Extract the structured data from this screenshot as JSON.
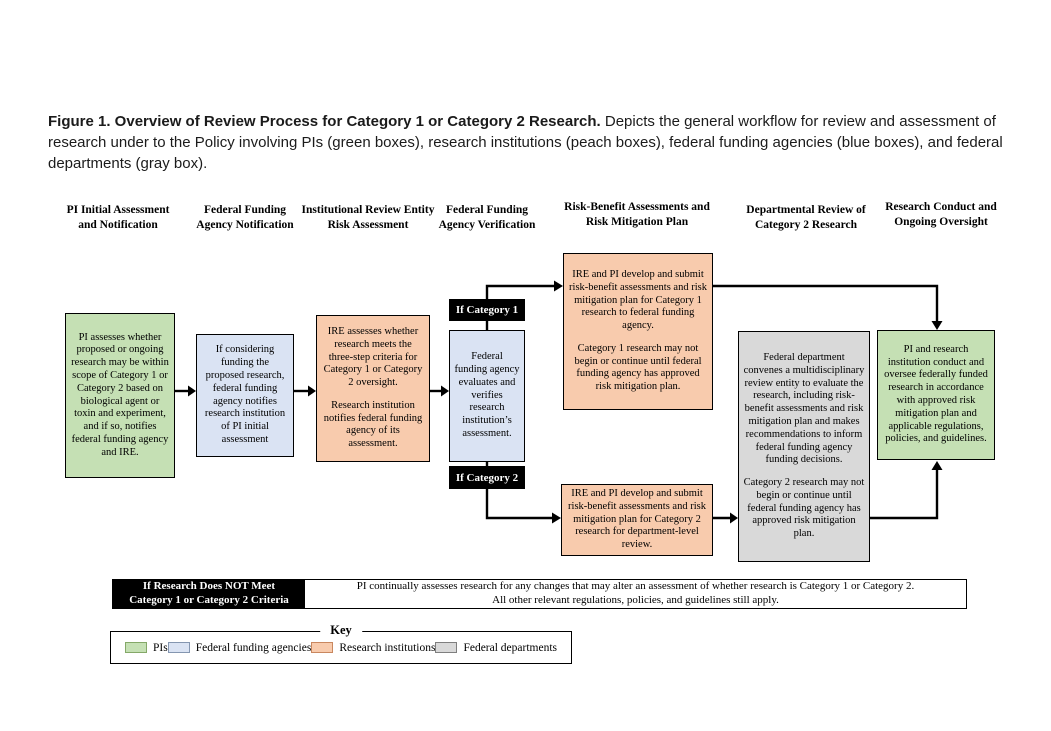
{
  "caption": {
    "title": "Figure 1. Overview of Review Process for Category 1 or Category 2 Research.",
    "body": " Depicts the general workflow for review and assessment of research under to the Policy involving PIs (green boxes), research institutions (peach boxes), federal funding agencies (blue boxes), and federal departments (gray box)."
  },
  "column_headers": [
    "PI Initial Assessment and Notification",
    "Federal Funding Agency Notification",
    "Institutional Review Entity Risk Assessment",
    "Federal Funding Agency Verification",
    "Risk-Benefit Assessments and Risk Mitigation Plan",
    "Departmental Review of Category 2 Research",
    "Research Conduct and Ongoing Oversight"
  ],
  "boxes": {
    "pi_initial": {
      "actor": "PI",
      "text": "PI assesses whether proposed or ongoing research may be within scope of Category 1 or Category 2 based on biological agent or toxin and experiment, and if so, notifies federal funding agency and IRE."
    },
    "ffa_notification": {
      "actor": "Federal funding agency",
      "text": "If considering funding the proposed research, federal funding agency notifies research institution of PI initial assessment"
    },
    "ire_assessment": {
      "actor": "Research institution",
      "p1": "IRE assesses whether research meets the three-step criteria for Category 1 or Category 2 oversight.",
      "p2": "Research institution notifies federal funding agency of its assessment."
    },
    "ffa_verification": {
      "actor": "Federal funding agency",
      "text": "Federal funding agency evaluates and verifies research institution’s assessment."
    },
    "cat1_plan": {
      "actor": "Research institution",
      "p1": "IRE and PI develop and submit risk-benefit assessments and risk mitigation plan for Category 1 research to federal funding agency.",
      "p2": "Category 1 research may not begin or continue until federal funding agency has approved risk mitigation plan."
    },
    "cat2_plan": {
      "actor": "Research institution",
      "text": "IRE and PI develop and submit risk-benefit assessments and risk mitigation plan for Category 2 research for department-level review."
    },
    "dept_review": {
      "actor": "Federal department",
      "p1": "Federal department convenes a multidisciplinary review entity to evaluate the research, including risk-benefit assessments and risk mitigation plan and makes recommendations to inform federal funding agency funding decisions.",
      "p2": "Category 2 research may not begin or continue until federal funding agency has approved risk mitigation plan."
    },
    "conduct_oversight": {
      "actor": "PI",
      "text": "PI and research institution conduct and oversee federally funded research in accordance with approved risk mitigation plan and applicable regulations, policies, and guidelines."
    }
  },
  "decision_labels": {
    "category1": "If Category 1",
    "category2": "If Category 2"
  },
  "bottom_bar": {
    "label_line1": "If Research Does NOT Meet",
    "label_line2": "Category 1 or Category 2 Criteria",
    "note_line1": "PI continually  assesses research for any changes that may alter  an assessment of whether research is Category 1 or  Category 2.",
    "note_line2": "All other relevant regulations,  policies,  and guidelines  still  apply."
  },
  "key": {
    "title": "Key",
    "items": [
      {
        "label": "PIs",
        "color": "#C5E0B4"
      },
      {
        "label": "Federal funding  agencies",
        "color": "#DAE3F3"
      },
      {
        "label": "Research institutions",
        "color": "#F8CBAD"
      },
      {
        "label": "Federal departments",
        "color": "#D9D9D9"
      }
    ]
  },
  "colors": {
    "pi_green": "#C5E0B4",
    "agency_blue": "#DAE3F3",
    "institution_peach": "#F8CBAD",
    "department_gray": "#D9D9D9"
  }
}
